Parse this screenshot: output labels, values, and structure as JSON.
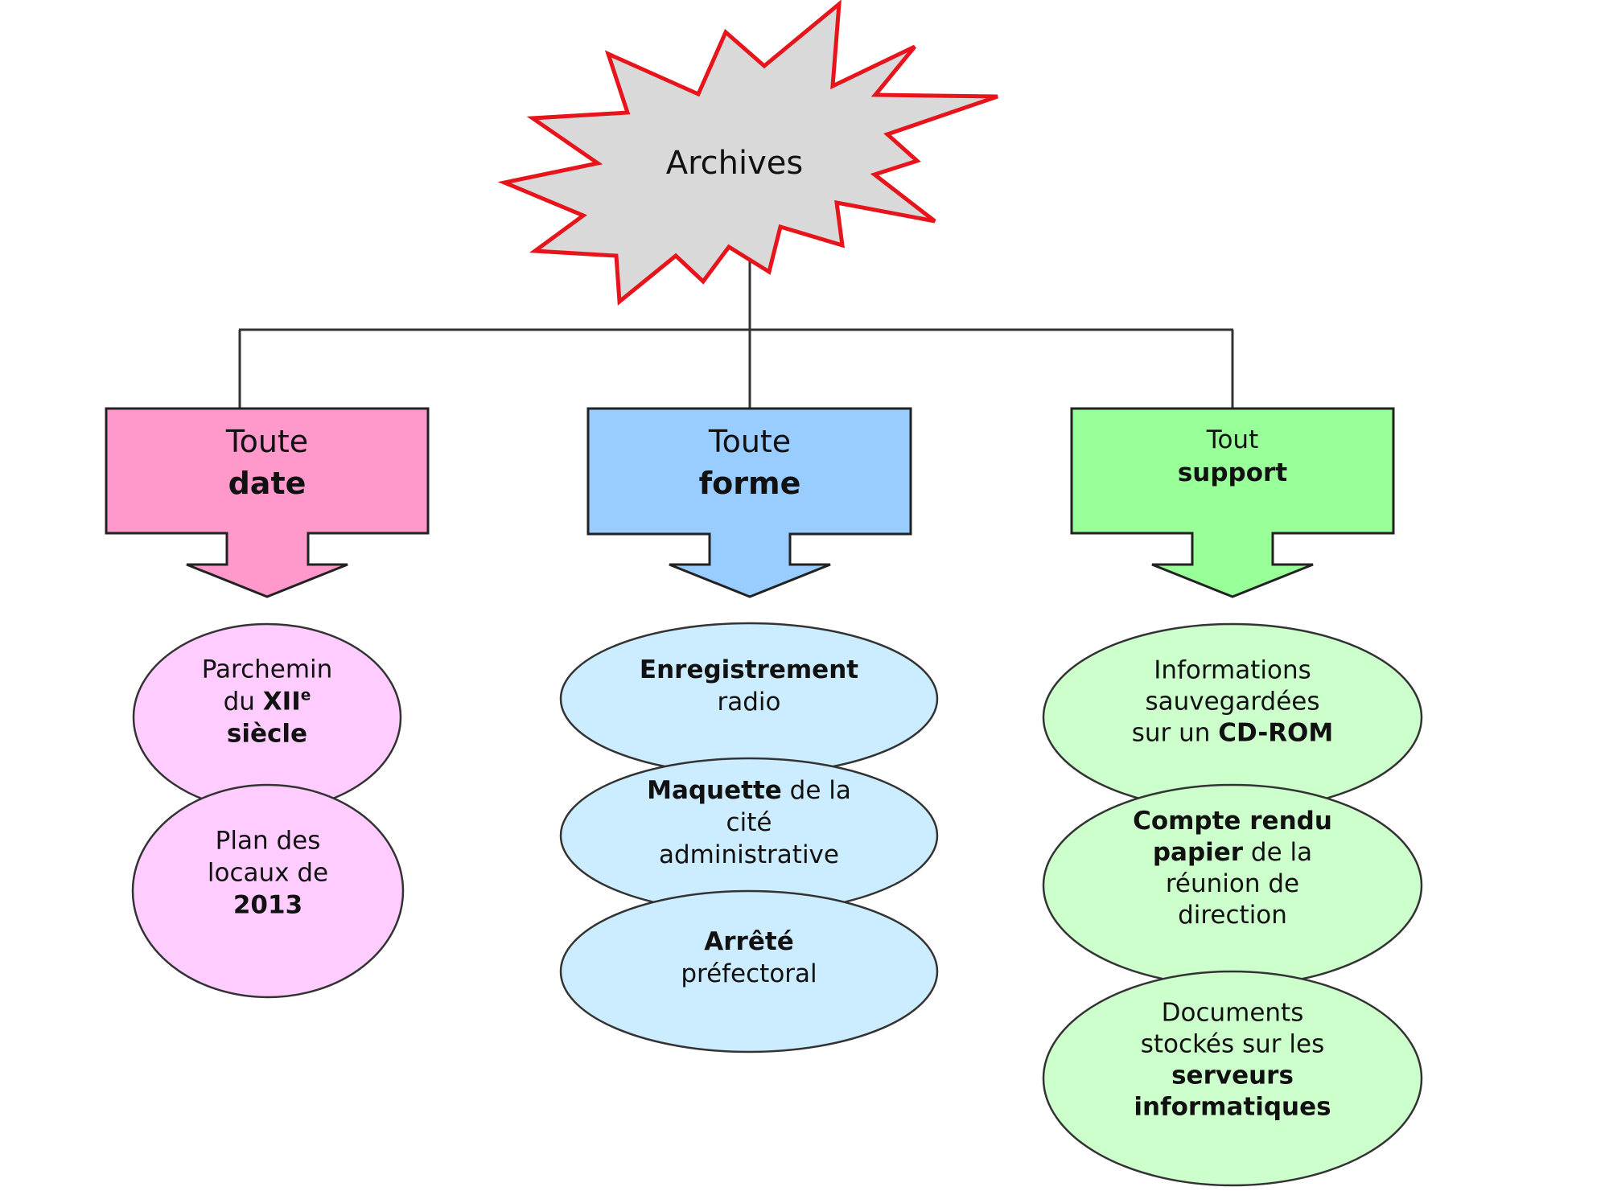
{
  "root": {
    "label": "Archives",
    "fill": "#D9D9D9",
    "stroke": "#E8141C"
  },
  "connector_color": "#333333",
  "branches": [
    {
      "id": "date",
      "box_fill": "#FF99CC",
      "item_fill": "#FFCCFF",
      "header": [
        [
          {
            "t": "Toute",
            "b": false
          }
        ],
        [
          {
            "t": "date",
            "b": true
          }
        ]
      ],
      "items": [
        [
          [
            {
              "t": "Parchemin",
              "b": false
            }
          ],
          [
            {
              "t": "du ",
              "b": false
            },
            {
              "t": "XII",
              "b": true
            },
            {
              "t": "e",
              "b": true,
              "sup": true
            }
          ],
          [
            {
              "t": "siècle",
              "b": true
            }
          ]
        ],
        [
          [
            {
              "t": "Plan des",
              "b": false
            }
          ],
          [
            {
              "t": "locaux de",
              "b": false
            }
          ],
          [
            {
              "t": "2013",
              "b": true
            }
          ]
        ]
      ]
    },
    {
      "id": "forme",
      "box_fill": "#99CCFF",
      "item_fill": "#CCECFF",
      "header": [
        [
          {
            "t": "Toute",
            "b": false
          }
        ],
        [
          {
            "t": "forme",
            "b": true
          }
        ]
      ],
      "items": [
        [
          [
            {
              "t": "Enregistrement",
              "b": true
            }
          ],
          [
            {
              "t": "radio",
              "b": false
            }
          ]
        ],
        [
          [
            {
              "t": "Maquette",
              "b": true
            },
            {
              "t": " de la",
              "b": false
            }
          ],
          [
            {
              "t": "cité",
              "b": false
            }
          ],
          [
            {
              "t": "administrative",
              "b": false
            }
          ]
        ],
        [
          [
            {
              "t": "Arrêté",
              "b": true
            }
          ],
          [
            {
              "t": "préfectoral",
              "b": false
            }
          ]
        ]
      ]
    },
    {
      "id": "support",
      "box_fill": "#99FF99",
      "item_fill": "#CCFFCC",
      "header": [
        [
          {
            "t": "Tout",
            "b": false
          }
        ],
        [
          {
            "t": "support",
            "b": true
          }
        ]
      ],
      "items": [
        [
          [
            {
              "t": "Informations",
              "b": false
            }
          ],
          [
            {
              "t": "sauvegardées",
              "b": false
            }
          ],
          [
            {
              "t": "sur un ",
              "b": false
            },
            {
              "t": "CD-ROM",
              "b": true
            }
          ]
        ],
        [
          [
            {
              "t": "Compte rendu",
              "b": true
            }
          ],
          [
            {
              "t": "papier",
              "b": true
            },
            {
              "t": " de la",
              "b": false
            }
          ],
          [
            {
              "t": "réunion de",
              "b": false
            }
          ],
          [
            {
              "t": "direction",
              "b": false
            }
          ]
        ],
        [
          [
            {
              "t": "Documents",
              "b": false
            }
          ],
          [
            {
              "t": "stockés sur les",
              "b": false
            }
          ],
          [
            {
              "t": "serveurs",
              "b": true
            }
          ],
          [
            {
              "t": "informatiques",
              "b": true
            }
          ]
        ]
      ]
    }
  ]
}
